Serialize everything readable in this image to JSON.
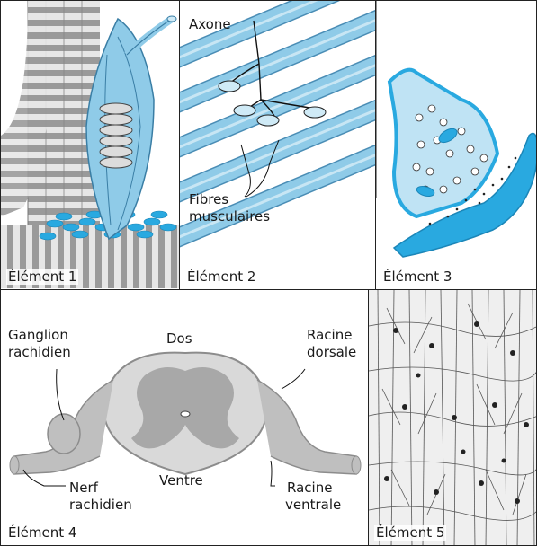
{
  "colors": {
    "fiber_blue": "#8fcbe8",
    "fiber_light": "#cfeaf6",
    "cyan": "#29a9e0",
    "grey_dark": "#8c8c8c",
    "grey_light": "#d9d9d9",
    "grey_mid": "#b3b3b3"
  },
  "panels": {
    "element1": {
      "caption": "Élément 1"
    },
    "element2": {
      "caption": "Élément 2",
      "axon_label": "Axone",
      "fibres_label_1": "Fibres",
      "fibres_label_2": "musculaires"
    },
    "element3": {
      "caption": "Élément 3"
    },
    "element4": {
      "caption": "Élément 4",
      "dos": "Dos",
      "ventre": "Ventre",
      "ganglion_1": "Ganglion",
      "ganglion_2": "rachidien",
      "racine_dorsale_1": "Racine",
      "racine_dorsale_2": "dorsale",
      "nerf_1": "Nerf",
      "nerf_2": "rachidien",
      "racine_ventrale_1": "Racine",
      "racine_ventrale_2": "ventrale"
    },
    "element5": {
      "caption": "Élément 5"
    }
  }
}
